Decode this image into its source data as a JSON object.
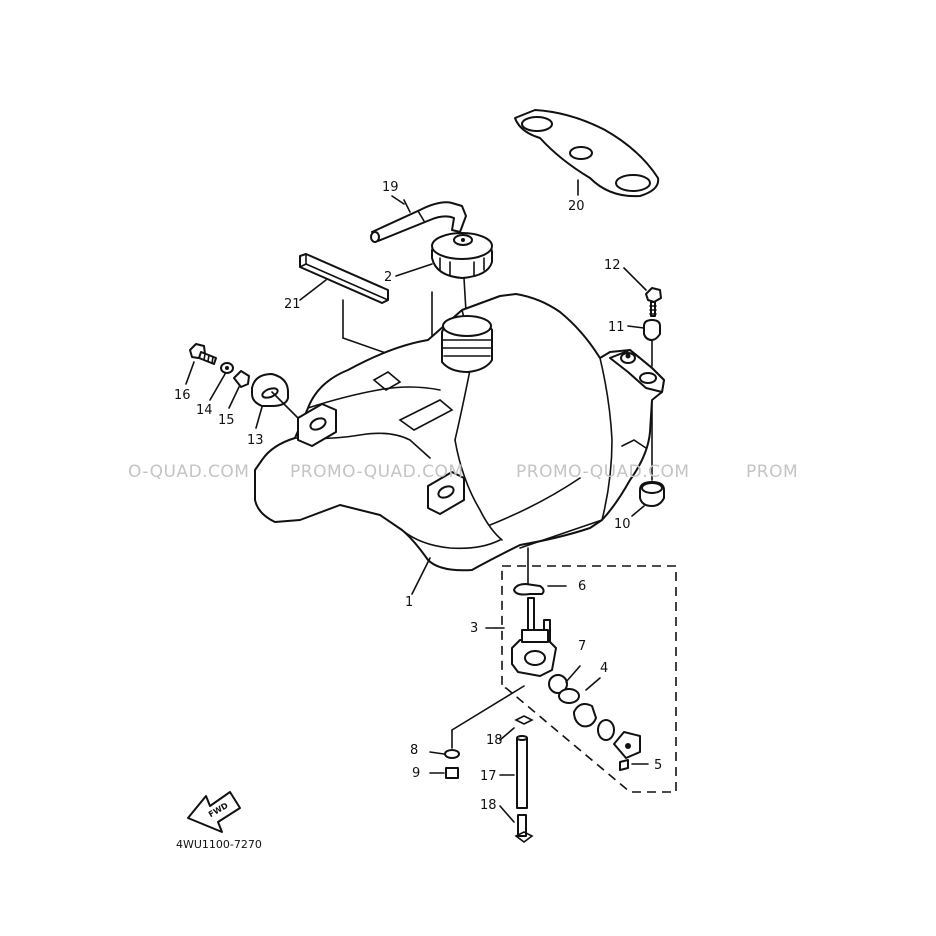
{
  "diagram": {
    "part_labels": [
      "1",
      "2",
      "3",
      "4",
      "5",
      "6",
      "7",
      "8",
      "9",
      "10",
      "11",
      "12",
      "13",
      "14",
      "15",
      "16",
      "17",
      "18",
      "18",
      "19",
      "20",
      "21"
    ],
    "fwd_label": "FWD",
    "diagram_code": "4WU1100-7270"
  },
  "watermarks": [
    "O-QUAD.COM",
    "PROMO-QUAD.COM",
    "PROMO-QUAD.COM",
    "PROM"
  ]
}
